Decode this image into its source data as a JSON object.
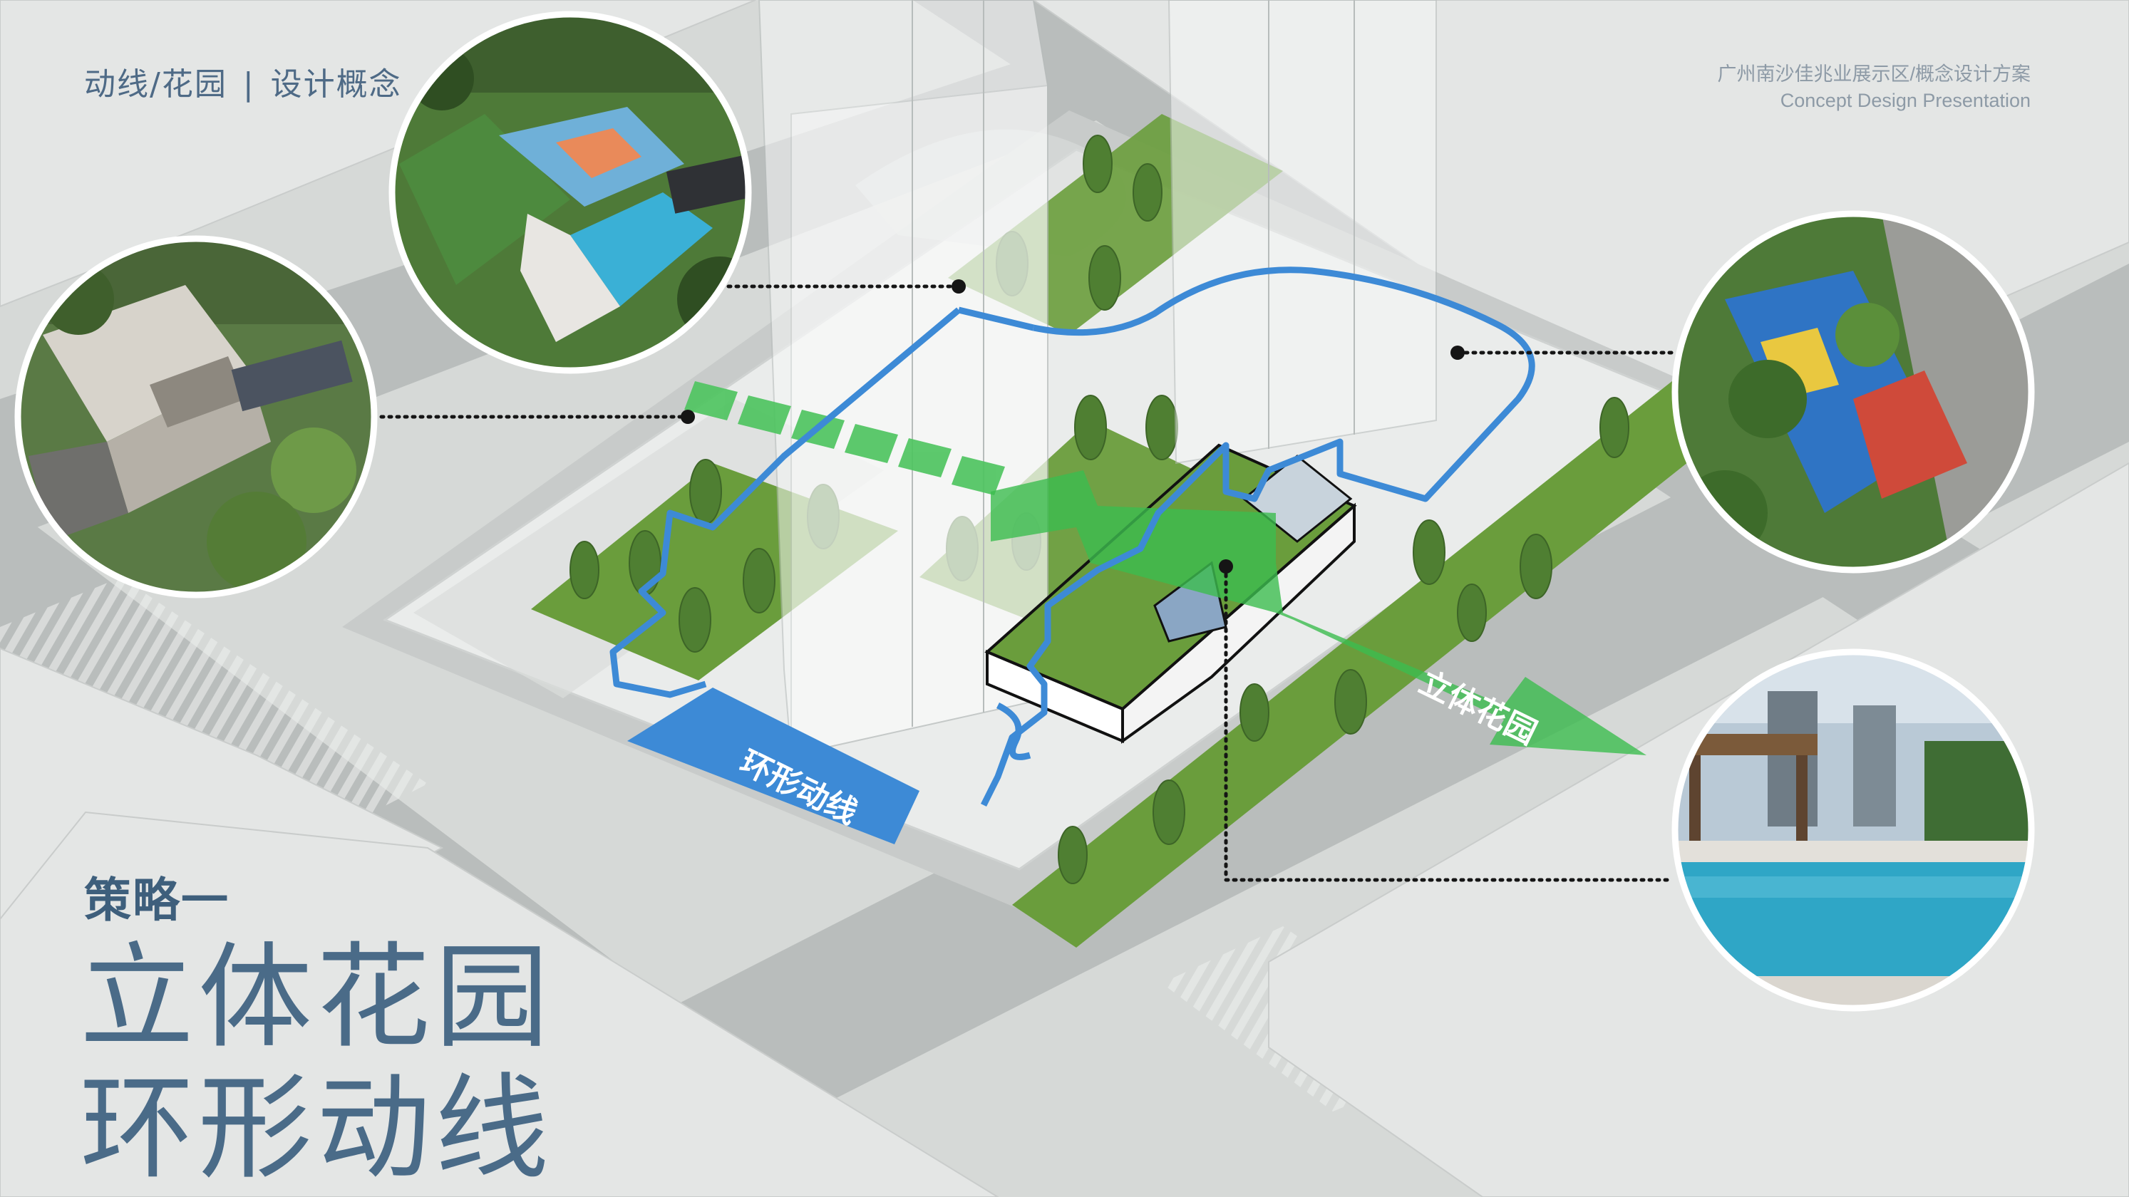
{
  "header": {
    "section": "动线/花园",
    "subsection": "设计概念",
    "project_cn": "广州南沙佳兆业展示区/概念设计方案",
    "project_en": "Concept Design Presentation"
  },
  "strategy": {
    "label": "策略一",
    "line1": "立体花园",
    "line2": "环形动线"
  },
  "diagram": {
    "loop_label": "环形动线",
    "garden_label": "立体花园"
  },
  "colors": {
    "loop_blue": "#3d8ad6",
    "garden_green": "#6a9d3c",
    "arrow_green": "#4cc45e",
    "road_gray": "#b5b9b8",
    "site_gray": "#e8eae9",
    "title_blue": "#4a6b88"
  },
  "photos": [
    {
      "subject": "aerial-sales-pavilion"
    },
    {
      "subject": "aerial-children-playground-pool"
    },
    {
      "subject": "aerial-rooftop-playground"
    },
    {
      "subject": "rooftop-swimming-pool"
    }
  ]
}
